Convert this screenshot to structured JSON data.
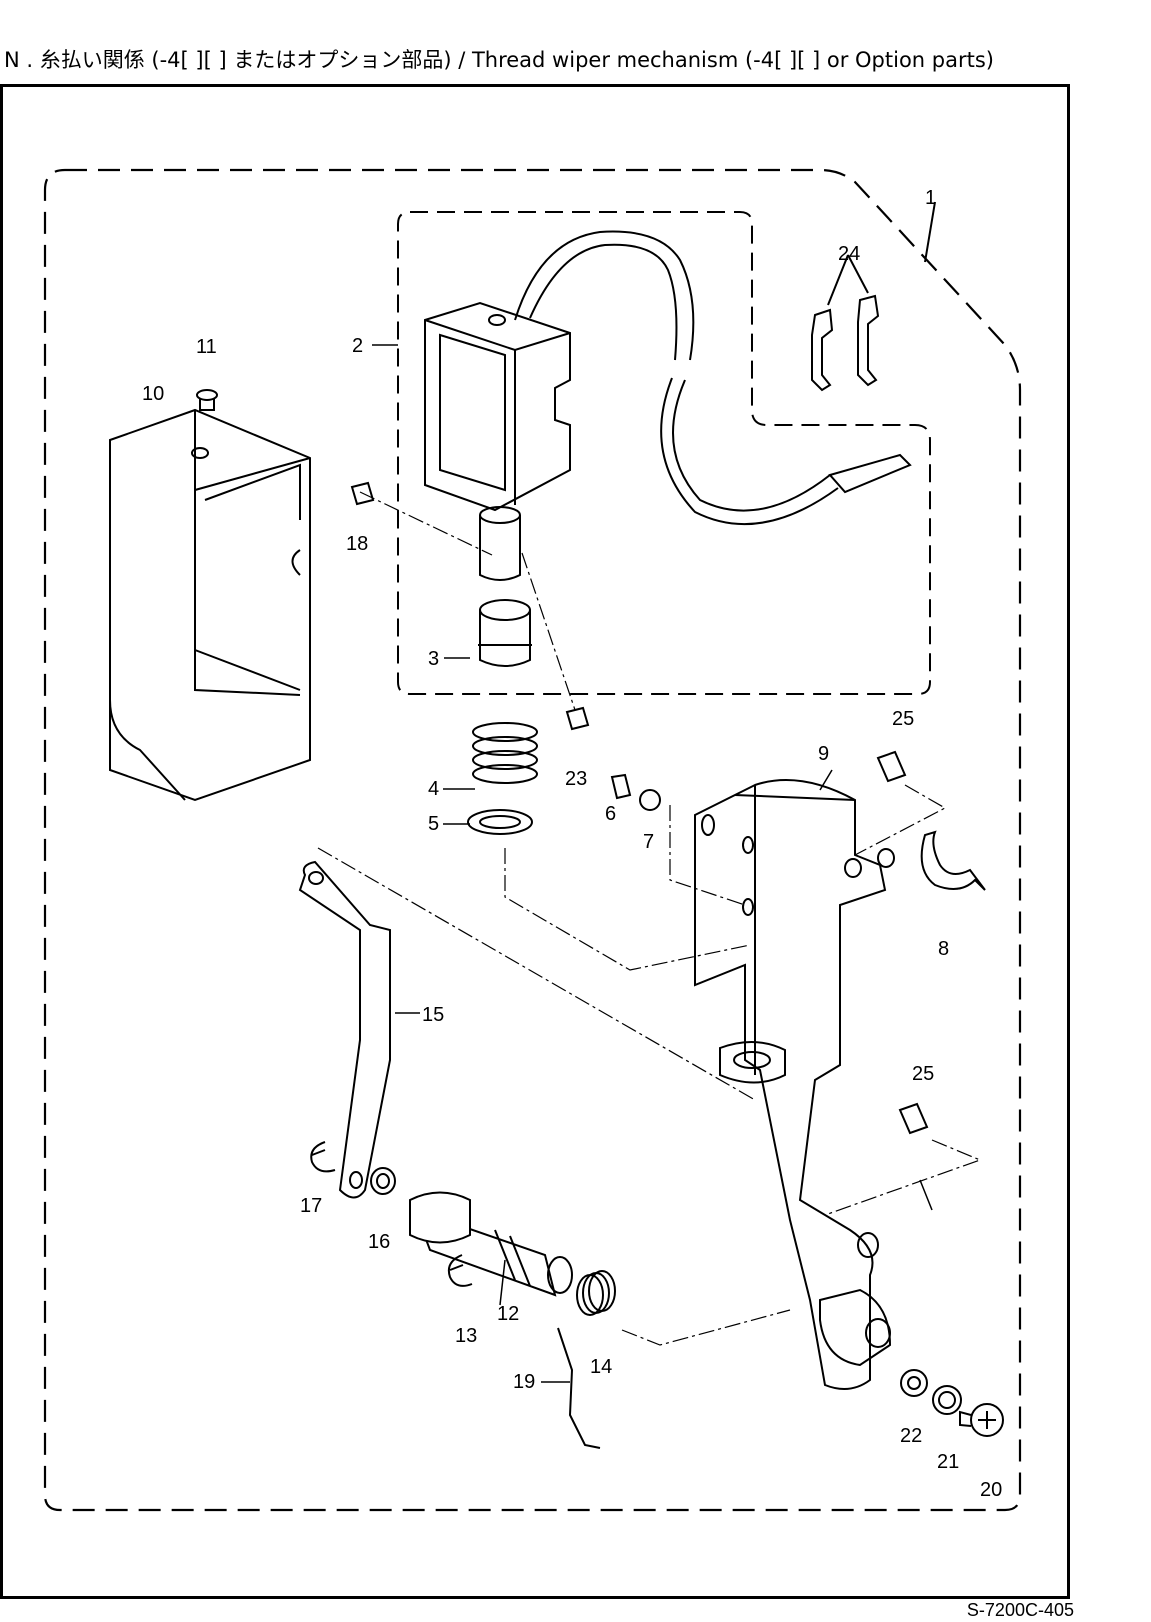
{
  "header": {
    "title": "N . 糸払い関係 (-4[ ][ ] またはオプション部品) / Thread wiper mechanism (-4[ ][ ] or Option parts)"
  },
  "footer": {
    "code": "S-7200C-405"
  },
  "parts": {
    "p1": "1",
    "p2": "2",
    "p3": "3",
    "p4": "4",
    "p5": "5",
    "p6": "6",
    "p7": "7",
    "p8": "8",
    "p9": "9",
    "p10": "10",
    "p11": "11",
    "p12": "12",
    "p13": "13",
    "p14": "14",
    "p15": "15",
    "p16": "16",
    "p17": "17",
    "p18": "18",
    "p19": "19",
    "p20": "20",
    "p21": "21",
    "p22": "22",
    "p23": "23",
    "p24": "24",
    "p25a": "25",
    "p25b": "25"
  }
}
